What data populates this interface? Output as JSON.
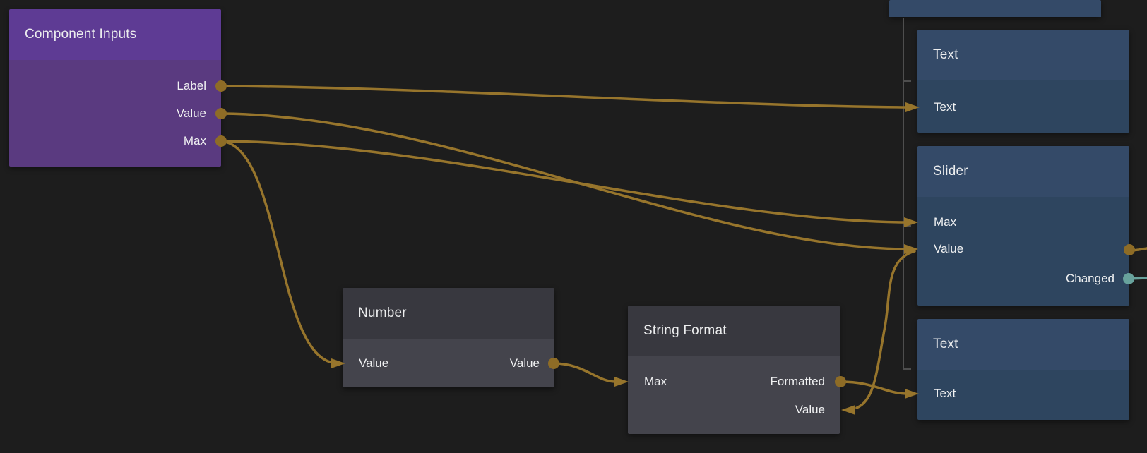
{
  "editor": {
    "kind": "node-graph-canvas",
    "background": "#1d1d1d"
  },
  "colors": {
    "wire_gold": "#97752c",
    "dot_gold": "#8e6c26",
    "signal_teal": "#68a29c",
    "hierarchy_line": "#4e4e4e",
    "purple_header": "#5e3b94",
    "purple_body": "#5a3a80",
    "blue_header": "#344a68",
    "blue_body": "#2e455f",
    "gray_header": "#38383f",
    "gray_body": "#44444c",
    "text": "#ecedee"
  },
  "nodes": {
    "component_inputs": {
      "title": "Component Inputs",
      "out_label": "Label",
      "out_value": "Value",
      "out_max": "Max"
    },
    "number": {
      "title": "Number",
      "in_value": "Value",
      "out_value": "Value"
    },
    "string_format": {
      "title": "String Format",
      "in_max": "Max",
      "out_formatted": "Formatted",
      "in_value": "Value"
    },
    "text_top": {
      "title": "Text",
      "in_text": "Text"
    },
    "slider": {
      "title": "Slider",
      "in_max": "Max",
      "in_value": "Value",
      "out_changed": "Changed"
    },
    "text_bottom": {
      "title": "Text",
      "in_text": "Text"
    },
    "partial_top": {
      "title": ""
    }
  },
  "connections": [
    {
      "from": "Component Inputs.Label",
      "to": "Text (top).Text",
      "color": "gold"
    },
    {
      "from": "Component Inputs.Value",
      "to": "Slider.Value",
      "color": "gold"
    },
    {
      "from": "Component Inputs.Max",
      "to": "Slider.Max",
      "color": "gold"
    },
    {
      "from": "Component Inputs.Max",
      "to": "Number.Value",
      "color": "gold"
    },
    {
      "from": "Number.Value",
      "to": "String Format.Max",
      "color": "gold"
    },
    {
      "from": "String Format.Formatted",
      "to": "Text (bottom).Text",
      "color": "gold"
    },
    {
      "from": "Slider.Value",
      "to": "String Format.Value",
      "color": "gold"
    },
    {
      "from": "Slider.Value",
      "to": "off-screen-right",
      "color": "gold"
    },
    {
      "from": "Slider.Changed",
      "to": "off-screen-right",
      "color": "teal"
    }
  ]
}
